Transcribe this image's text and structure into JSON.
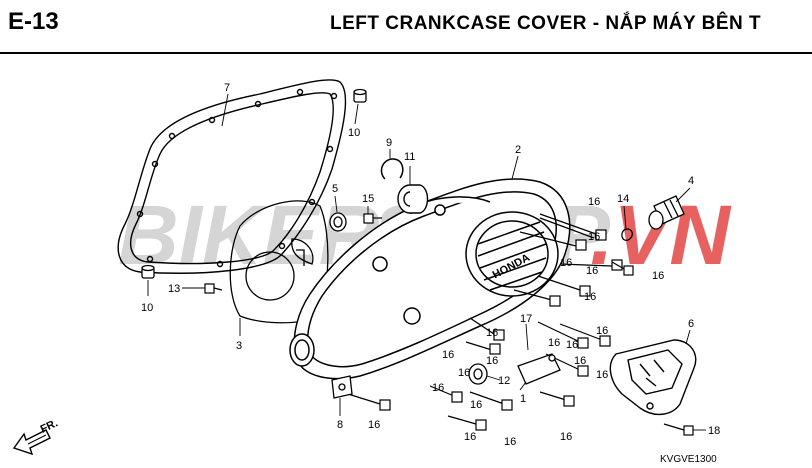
{
  "header": {
    "code": "E-13",
    "title": "LEFT CRANKCASE COVER - NẮP MÁY BÊN T"
  },
  "watermark": {
    "text_left": "BIKER",
    "text_mid": "SHOP",
    "text_right": ".VN",
    "color_gray": "#bdbdbd",
    "color_red": "#e23a3a"
  },
  "callouts": {
    "c1": "1",
    "c2": "2",
    "c3": "3",
    "c4": "4",
    "c5": "5",
    "c6": "6",
    "c7": "7",
    "c8": "8",
    "c9": "9",
    "c10a": "10",
    "c10b": "10",
    "c11": "11",
    "c12": "12",
    "c13": "13",
    "c14": "14",
    "c15": "15",
    "c17": "17",
    "c18": "18",
    "c16": [
      "16",
      "16",
      "16",
      "16",
      "16",
      "16",
      "16",
      "16",
      "16",
      "16",
      "16",
      "16",
      "16",
      "16",
      "16",
      "16",
      "16",
      "16",
      "16",
      "16",
      "16"
    ]
  },
  "direction": {
    "label": "FR."
  },
  "brand_on_cover": "HONDA",
  "diagram_code": "KVGVE1300"
}
